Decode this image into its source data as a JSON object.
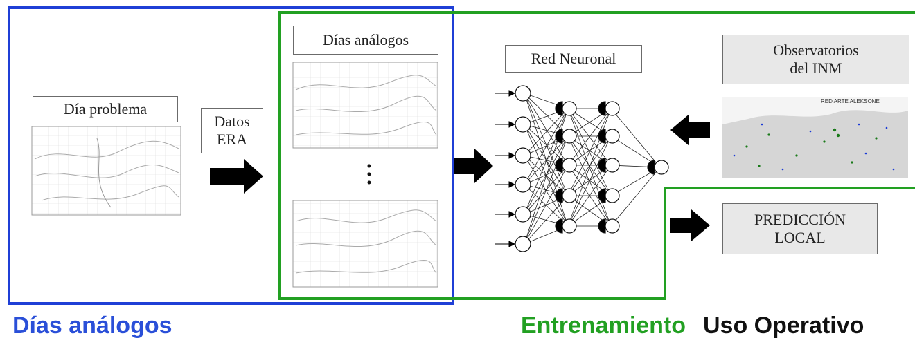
{
  "labels": {
    "dia_problema": "Día problema",
    "datos_era_1": "Datos",
    "datos_era_2": "ERA",
    "dias_analogos_box": "Días análogos",
    "red_neuronal": "Red Neuronal",
    "observatorios_1": "Observatorios",
    "observatorios_2": "del INM",
    "prediccion_1": "PREDICCIÓN",
    "prediccion_2": "LOCAL",
    "map_caption": "RED ARTE ALEKSONE"
  },
  "footer": {
    "dias_analogos": "Días análogos",
    "entrenamiento": "Entrenamiento",
    "uso_operativo": "Uso Operativo"
  },
  "colors": {
    "blue_frame": "#1f3fd6",
    "green_frame": "#22a022",
    "blue_text": "#2a4fd8",
    "green_text": "#22a022",
    "black_text": "#111111"
  }
}
